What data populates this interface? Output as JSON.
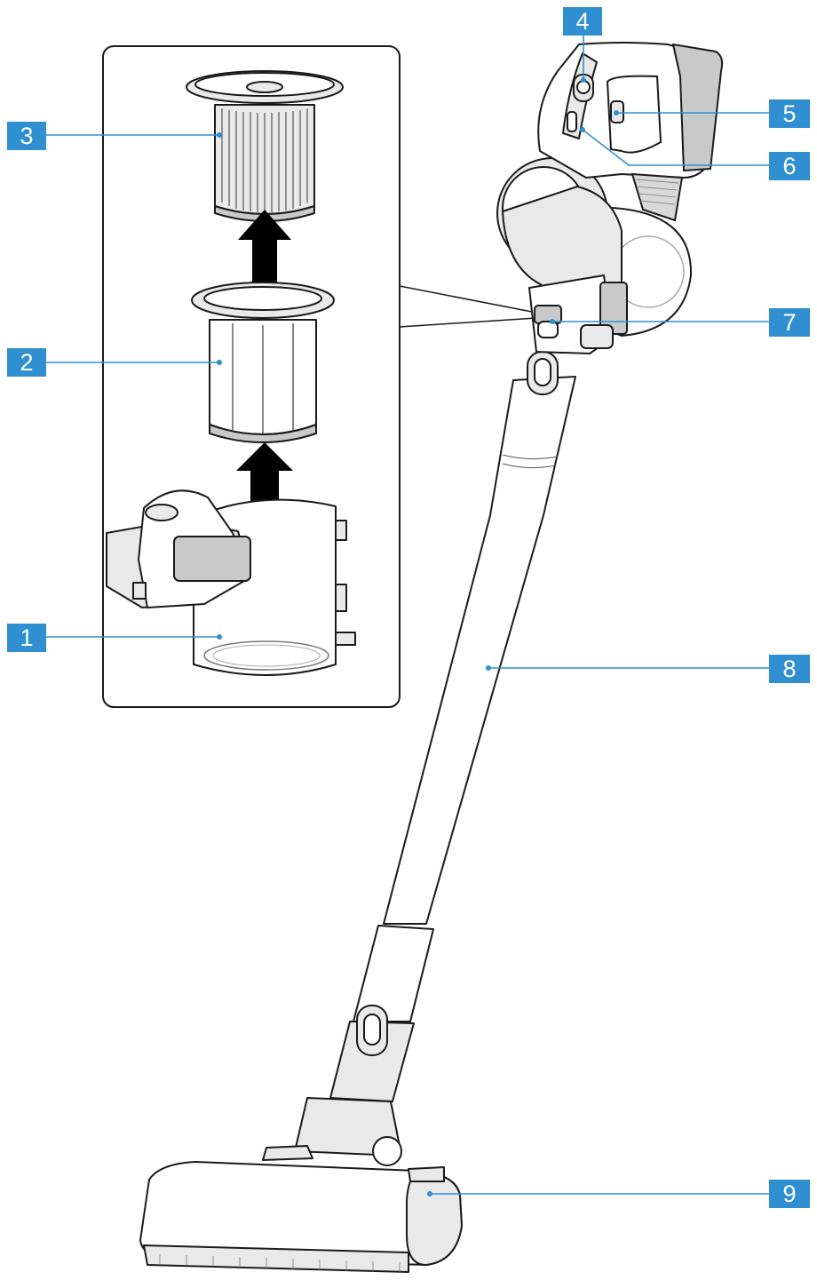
{
  "callouts": [
    {
      "id": "1",
      "label": "1"
    },
    {
      "id": "2",
      "label": "2"
    },
    {
      "id": "3",
      "label": "3"
    },
    {
      "id": "4",
      "label": "4"
    },
    {
      "id": "5",
      "label": "5"
    },
    {
      "id": "6",
      "label": "6"
    },
    {
      "id": "7",
      "label": "7"
    },
    {
      "id": "8",
      "label": "8"
    },
    {
      "id": "9",
      "label": "9"
    }
  ],
  "colors": {
    "callout_fill": "#2f8fd0",
    "callout_text": "#ffffff",
    "outline": "#1a1a1a",
    "arrow": "#000000"
  },
  "icons": [
    "up-arrow-icon",
    "filter-icon",
    "power-button-icon",
    "display-icon",
    "release-button-icon"
  ]
}
